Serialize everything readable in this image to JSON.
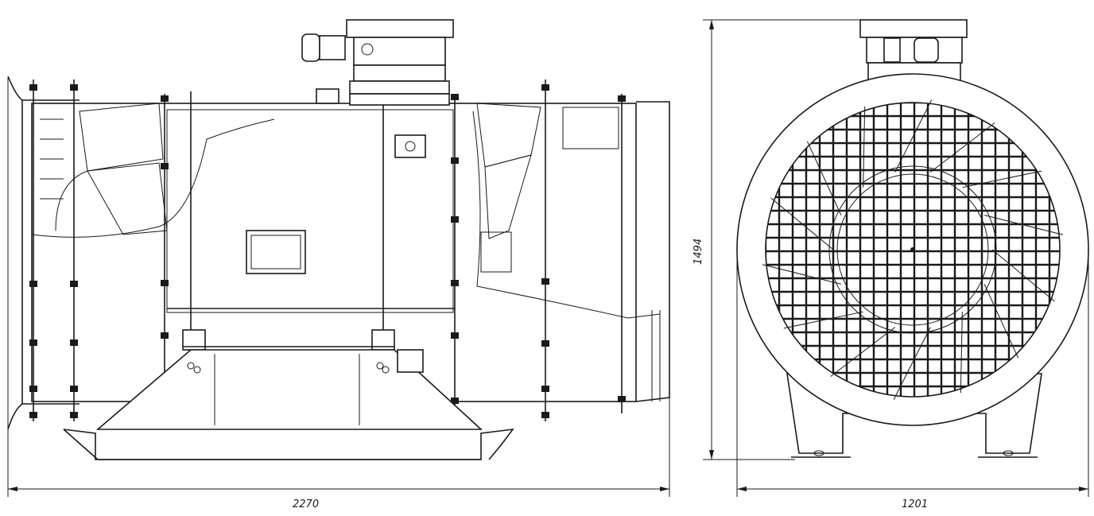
{
  "dimensions": {
    "overall_length": "2270",
    "overall_height": "1494",
    "overall_width": "1201"
  },
  "colors": {
    "line": "#1a1a1a",
    "background": "#ffffff"
  }
}
